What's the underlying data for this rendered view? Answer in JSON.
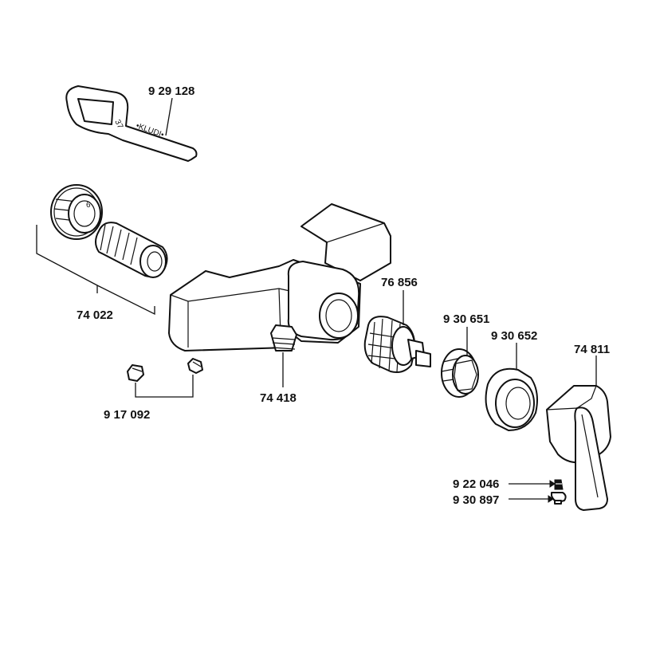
{
  "labels": {
    "wrench": "9 29 128",
    "connectors": "74 022",
    "screws_set": "9 17 092",
    "nipple": "74 418",
    "cartridge": "76 856",
    "nut": "9 30 651",
    "cover": "9 30 652",
    "handle": "74 811",
    "grub_screw": "9 22 046",
    "cap": "9 30 897"
  },
  "engravings": {
    "wrench_size": "37",
    "wrench_brand": "•KLUDI•",
    "connector_mark": "6"
  },
  "colors": {
    "ink": "#111111",
    "background": "#ffffff"
  }
}
